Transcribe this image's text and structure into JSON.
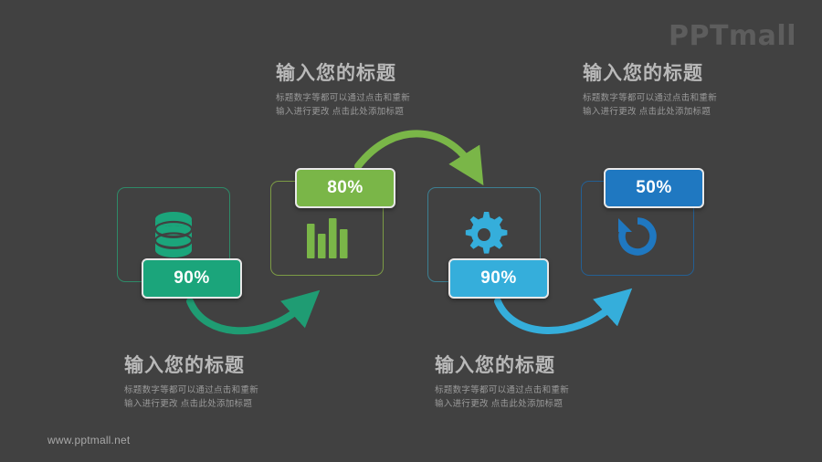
{
  "slide": {
    "background_color": "#414141",
    "logo_text": "PPTmall",
    "footer_url": "www.pptmall.net"
  },
  "text_blocks": [
    {
      "id": "top-left",
      "title": "输入您的标题",
      "line1": "标题数字等都可以通过点击和重新",
      "line2": "输入进行更改 点击此处添加标题"
    },
    {
      "id": "top-right",
      "title": "输入您的标题",
      "line1": "标题数字等都可以通过点击和重新",
      "line2": "输入进行更改 点击此处添加标题"
    },
    {
      "id": "bottom-left",
      "title": "输入您的标题",
      "line1": "标题数字等都可以通过点击和重新",
      "line2": "输入进行更改 点击此处添加标题"
    },
    {
      "id": "bottom-right",
      "title": "输入您的标题",
      "line1": "标题数字等都可以通过点击和重新",
      "line2": "输入进行更改 点击此处添加标题"
    }
  ],
  "steps": [
    {
      "id": "step-1",
      "icon": "database-icon",
      "percent": "90%",
      "color": "#1ba57b",
      "border_color": "#2e8a68"
    },
    {
      "id": "step-2",
      "icon": "bar-chart-icon",
      "percent": "80%",
      "color": "#7ab648",
      "border_color": "#7c9b45"
    },
    {
      "id": "step-3",
      "icon": "gear-icon",
      "percent": "90%",
      "color": "#35aedb",
      "border_color": "#3d7f92"
    },
    {
      "id": "step-4",
      "icon": "undo-arrow-icon",
      "percent": "50%",
      "color": "#1f78c1",
      "border_color": "#245f93"
    }
  ],
  "connectors": [
    {
      "id": "connector-1",
      "from": "step-1",
      "to": "step-2",
      "color": "#1f9c73",
      "direction": "down-up-right"
    },
    {
      "id": "connector-2",
      "from": "step-2",
      "to": "step-3",
      "color": "#7ab648",
      "direction": "up-over-right"
    },
    {
      "id": "connector-3",
      "from": "step-3",
      "to": "step-4",
      "color": "#35aedb",
      "direction": "down-up-right"
    }
  ]
}
